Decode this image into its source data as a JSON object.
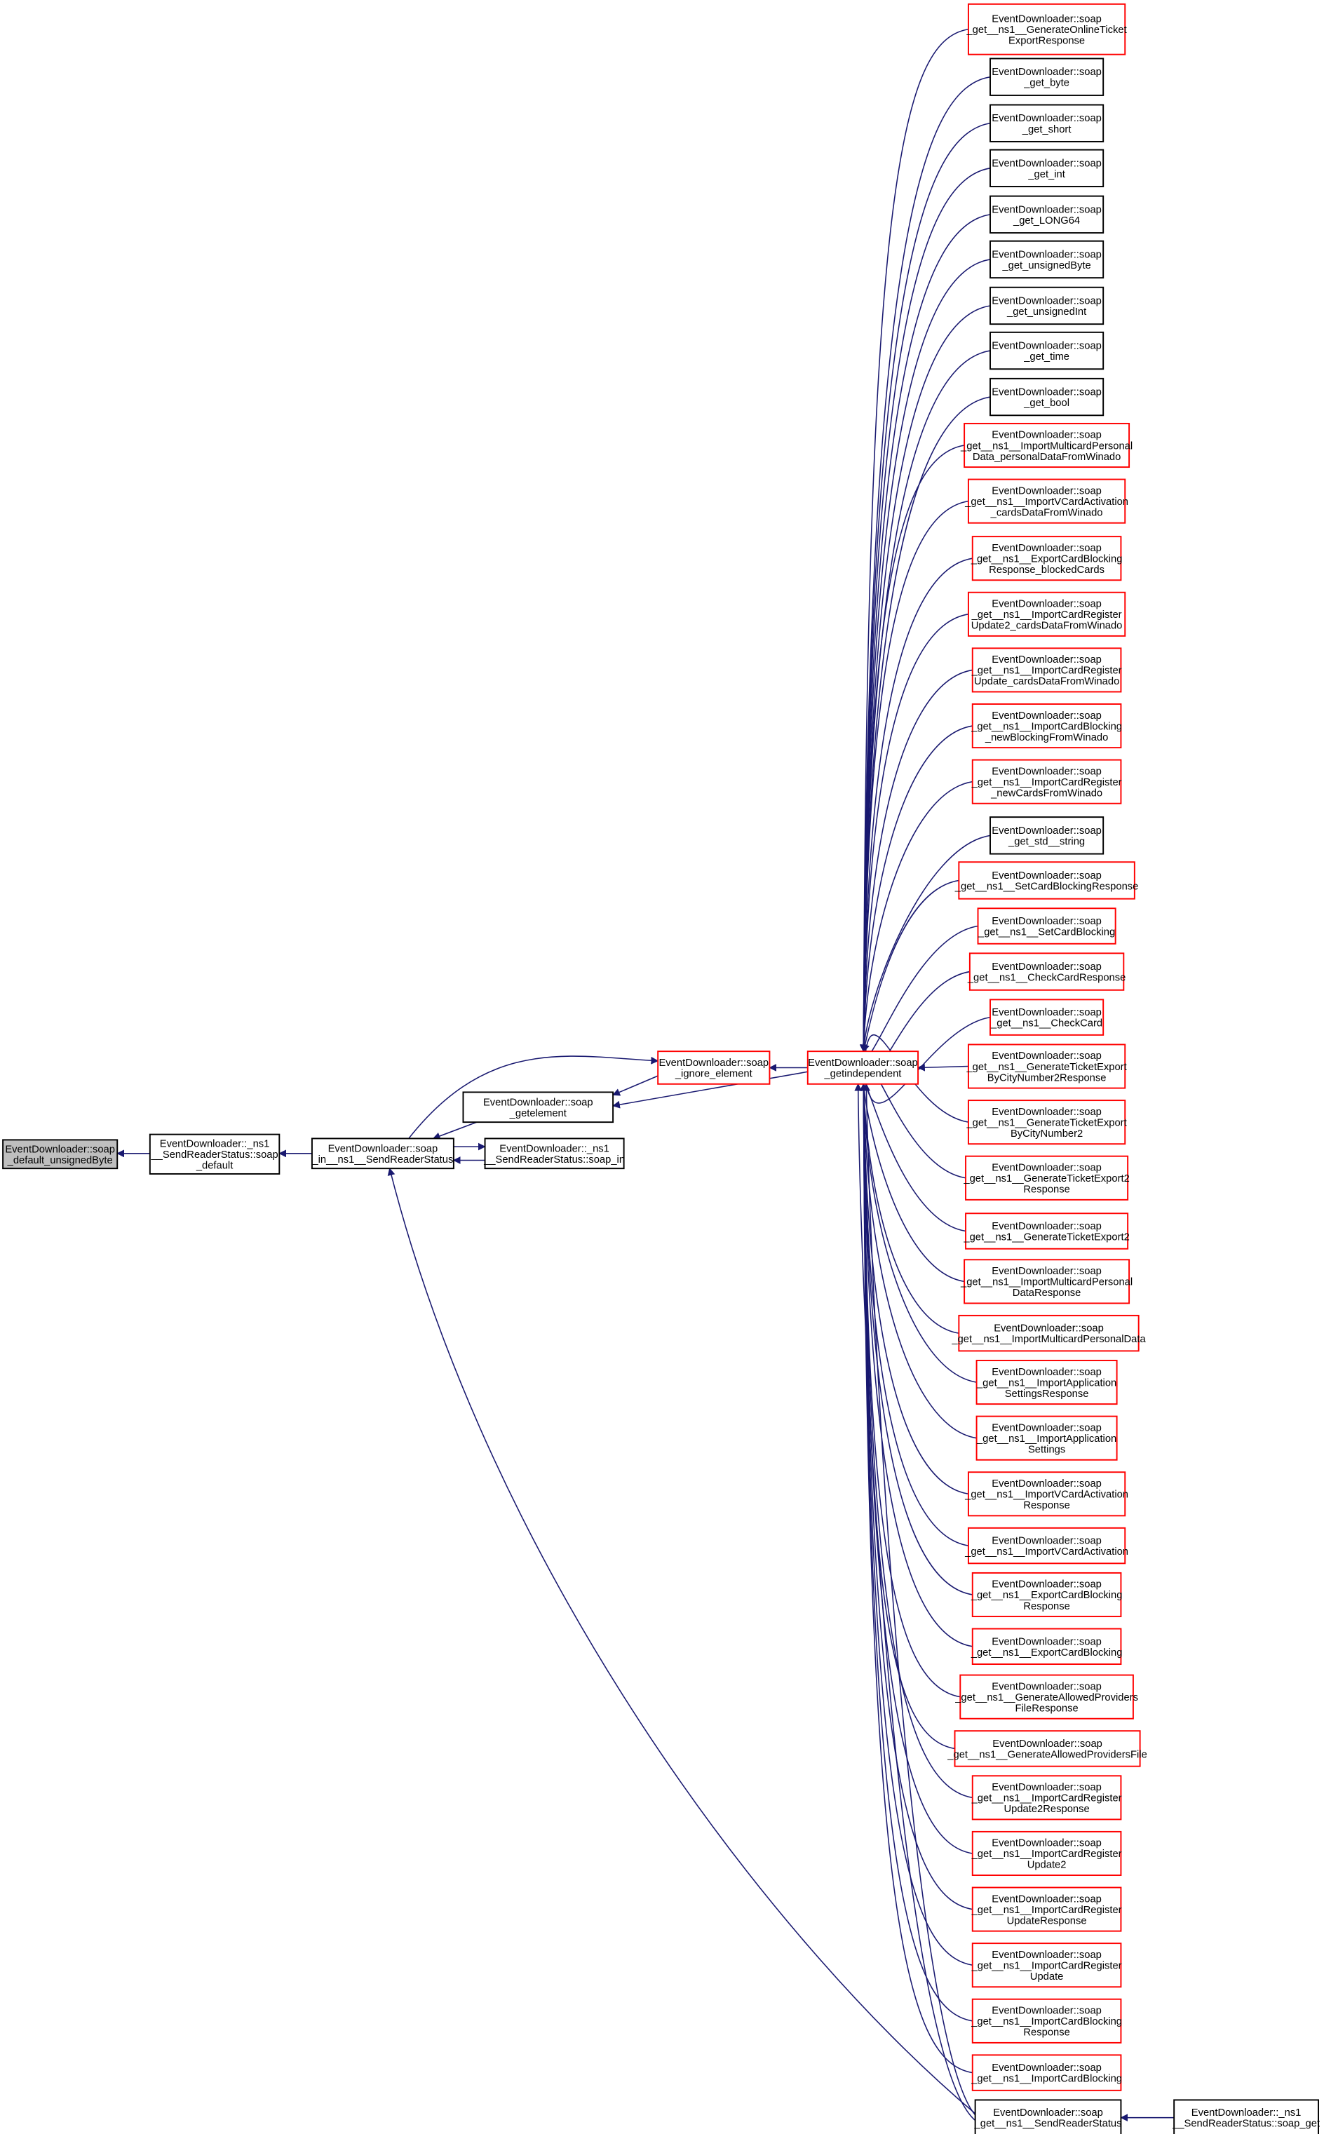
{
  "colors": {
    "edge": "#191970",
    "red_border": "#ff0000",
    "black_border": "#000000",
    "highlight_fill": "#bfbfbf"
  },
  "nodes": [
    {
      "id": "focus",
      "kind": "gray",
      "lines": [
        "EventDownloader::soap",
        "_default_unsignedByte"
      ]
    },
    {
      "id": "soap_default",
      "kind": "black",
      "lines": [
        "EventDownloader::_ns1",
        "__SendReaderStatus::soap",
        "_default"
      ]
    },
    {
      "id": "soap_in_srs",
      "kind": "black",
      "lines": [
        "EventDownloader::soap",
        "_in__ns1__SendReaderStatus"
      ]
    },
    {
      "id": "srs_soap_in",
      "kind": "black",
      "lines": [
        "EventDownloader::_ns1",
        "__SendReaderStatus::soap_in"
      ]
    },
    {
      "id": "getelement",
      "kind": "black",
      "lines": [
        "EventDownloader::soap",
        "_getelement"
      ]
    },
    {
      "id": "ignore_element",
      "kind": "red",
      "lines": [
        "EventDownloader::soap",
        "_ignore_element"
      ]
    },
    {
      "id": "getindependent",
      "kind": "red",
      "lines": [
        "EventDownloader::soap",
        "_getindependent"
      ]
    },
    {
      "id": "r0",
      "kind": "red",
      "lines": [
        "EventDownloader::soap",
        "_get__ns1__GenerateOnlineTicket",
        "ExportResponse"
      ]
    },
    {
      "id": "r1",
      "kind": "black",
      "lines": [
        "EventDownloader::soap",
        "_get_byte"
      ]
    },
    {
      "id": "r2",
      "kind": "black",
      "lines": [
        "EventDownloader::soap",
        "_get_short"
      ]
    },
    {
      "id": "r3",
      "kind": "black",
      "lines": [
        "EventDownloader::soap",
        "_get_int"
      ]
    },
    {
      "id": "r4",
      "kind": "black",
      "lines": [
        "EventDownloader::soap",
        "_get_LONG64"
      ]
    },
    {
      "id": "r5",
      "kind": "black",
      "lines": [
        "EventDownloader::soap",
        "_get_unsignedByte"
      ]
    },
    {
      "id": "r6",
      "kind": "black",
      "lines": [
        "EventDownloader::soap",
        "_get_unsignedInt"
      ]
    },
    {
      "id": "r7",
      "kind": "black",
      "lines": [
        "EventDownloader::soap",
        "_get_time"
      ]
    },
    {
      "id": "r8",
      "kind": "black",
      "lines": [
        "EventDownloader::soap",
        "_get_bool"
      ]
    },
    {
      "id": "r9",
      "kind": "red",
      "lines": [
        "EventDownloader::soap",
        "_get__ns1__ImportMulticardPersonal",
        "Data_personalDataFromWinado"
      ]
    },
    {
      "id": "r10",
      "kind": "red",
      "lines": [
        "EventDownloader::soap",
        "_get__ns1__ImportVCardActivation",
        "_cardsDataFromWinado"
      ]
    },
    {
      "id": "r11",
      "kind": "red",
      "lines": [
        "EventDownloader::soap",
        "_get__ns1__ExportCardBlocking",
        "Response_blockedCards"
      ]
    },
    {
      "id": "r12",
      "kind": "red",
      "lines": [
        "EventDownloader::soap",
        "_get__ns1__ImportCardRegister",
        "Update2_cardsDataFromWinado"
      ]
    },
    {
      "id": "r13",
      "kind": "red",
      "lines": [
        "EventDownloader::soap",
        "_get__ns1__ImportCardRegister",
        "Update_cardsDataFromWinado"
      ]
    },
    {
      "id": "r14",
      "kind": "red",
      "lines": [
        "EventDownloader::soap",
        "_get__ns1__ImportCardBlocking",
        "_newBlockingFromWinado"
      ]
    },
    {
      "id": "r15",
      "kind": "red",
      "lines": [
        "EventDownloader::soap",
        "_get__ns1__ImportCardRegister",
        "_newCardsFromWinado"
      ]
    },
    {
      "id": "r16",
      "kind": "black",
      "lines": [
        "EventDownloader::soap",
        "_get_std__string"
      ]
    },
    {
      "id": "r17",
      "kind": "red",
      "lines": [
        "EventDownloader::soap",
        "_get__ns1__SetCardBlockingResponse"
      ]
    },
    {
      "id": "r18",
      "kind": "red",
      "lines": [
        "EventDownloader::soap",
        "_get__ns1__SetCardBlocking"
      ]
    },
    {
      "id": "r19",
      "kind": "red",
      "lines": [
        "EventDownloader::soap",
        "_get__ns1__CheckCardResponse"
      ]
    },
    {
      "id": "r20",
      "kind": "red",
      "lines": [
        "EventDownloader::soap",
        "_get__ns1__CheckCard"
      ]
    },
    {
      "id": "r21",
      "kind": "red",
      "lines": [
        "EventDownloader::soap",
        "_get__ns1__GenerateTicketExport",
        "ByCityNumber2Response"
      ]
    },
    {
      "id": "r22",
      "kind": "red",
      "lines": [
        "EventDownloader::soap",
        "_get__ns1__GenerateTicketExport",
        "ByCityNumber2"
      ]
    },
    {
      "id": "r23",
      "kind": "red",
      "lines": [
        "EventDownloader::soap",
        "_get__ns1__GenerateTicketExport2",
        "Response"
      ]
    },
    {
      "id": "r24",
      "kind": "red",
      "lines": [
        "EventDownloader::soap",
        "_get__ns1__GenerateTicketExport2"
      ]
    },
    {
      "id": "r25",
      "kind": "red",
      "lines": [
        "EventDownloader::soap",
        "_get__ns1__ImportMulticardPersonal",
        "DataResponse"
      ]
    },
    {
      "id": "r26",
      "kind": "red",
      "lines": [
        "EventDownloader::soap",
        "_get__ns1__ImportMulticardPersonalData"
      ]
    },
    {
      "id": "r27",
      "kind": "red",
      "lines": [
        "EventDownloader::soap",
        "_get__ns1__ImportApplication",
        "SettingsResponse"
      ]
    },
    {
      "id": "r28",
      "kind": "red",
      "lines": [
        "EventDownloader::soap",
        "_get__ns1__ImportApplication",
        "Settings"
      ]
    },
    {
      "id": "r29",
      "kind": "red",
      "lines": [
        "EventDownloader::soap",
        "_get__ns1__ImportVCardActivation",
        "Response"
      ]
    },
    {
      "id": "r30",
      "kind": "red",
      "lines": [
        "EventDownloader::soap",
        "_get__ns1__ImportVCardActivation"
      ]
    },
    {
      "id": "r31",
      "kind": "red",
      "lines": [
        "EventDownloader::soap",
        "_get__ns1__ExportCardBlocking",
        "Response"
      ]
    },
    {
      "id": "r32",
      "kind": "red",
      "lines": [
        "EventDownloader::soap",
        "_get__ns1__ExportCardBlocking"
      ]
    },
    {
      "id": "r33",
      "kind": "red",
      "lines": [
        "EventDownloader::soap",
        "_get__ns1__GenerateAllowedProviders",
        "FileResponse"
      ]
    },
    {
      "id": "r34",
      "kind": "red",
      "lines": [
        "EventDownloader::soap",
        "_get__ns1__GenerateAllowedProvidersFile"
      ]
    },
    {
      "id": "r35",
      "kind": "red",
      "lines": [
        "EventDownloader::soap",
        "_get__ns1__ImportCardRegister",
        "Update2Response"
      ]
    },
    {
      "id": "r36",
      "kind": "red",
      "lines": [
        "EventDownloader::soap",
        "_get__ns1__ImportCardRegister",
        "Update2"
      ]
    },
    {
      "id": "r37",
      "kind": "red",
      "lines": [
        "EventDownloader::soap",
        "_get__ns1__ImportCardRegister",
        "UpdateResponse"
      ]
    },
    {
      "id": "r38",
      "kind": "red",
      "lines": [
        "EventDownloader::soap",
        "_get__ns1__ImportCardRegister",
        "Update"
      ]
    },
    {
      "id": "r39",
      "kind": "red",
      "lines": [
        "EventDownloader::soap",
        "_get__ns1__ImportCardBlocking",
        "Response"
      ]
    },
    {
      "id": "r40",
      "kind": "red",
      "lines": [
        "EventDownloader::soap",
        "_get__ns1__ImportCardBlocking"
      ]
    },
    {
      "id": "r41",
      "kind": "black",
      "lines": [
        "EventDownloader::soap",
        "_get__ns1__SendReaderStatus"
      ]
    },
    {
      "id": "srs_soap_get",
      "kind": "black",
      "lines": [
        "EventDownloader::_ns1",
        "__SendReaderStatus::soap_get"
      ]
    }
  ]
}
